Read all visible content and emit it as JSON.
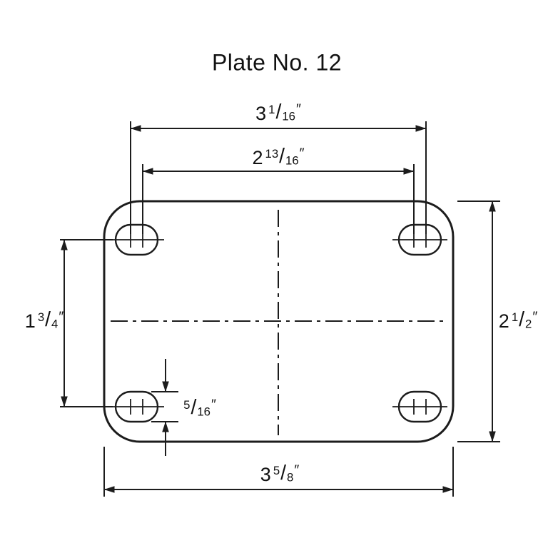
{
  "title": "Plate No. 12",
  "dimensions": {
    "top": {
      "whole": "3",
      "num": "1",
      "den": "16",
      "unit": "″"
    },
    "upper": {
      "whole": "2",
      "num": "13",
      "den": "16",
      "unit": "″"
    },
    "left": {
      "whole": "1",
      "num": "3",
      "den": "4",
      "unit": "″"
    },
    "right": {
      "whole": "2",
      "num": "1",
      "den": "2",
      "unit": "″"
    },
    "slot": {
      "whole": "",
      "num": "5",
      "den": "16",
      "unit": "″"
    },
    "bottom": {
      "whole": "3",
      "num": "5",
      "den": "8",
      "unit": "″"
    }
  },
  "colors": {
    "line": "#1c1c1c",
    "text": "#111111",
    "background": "#ffffff"
  }
}
